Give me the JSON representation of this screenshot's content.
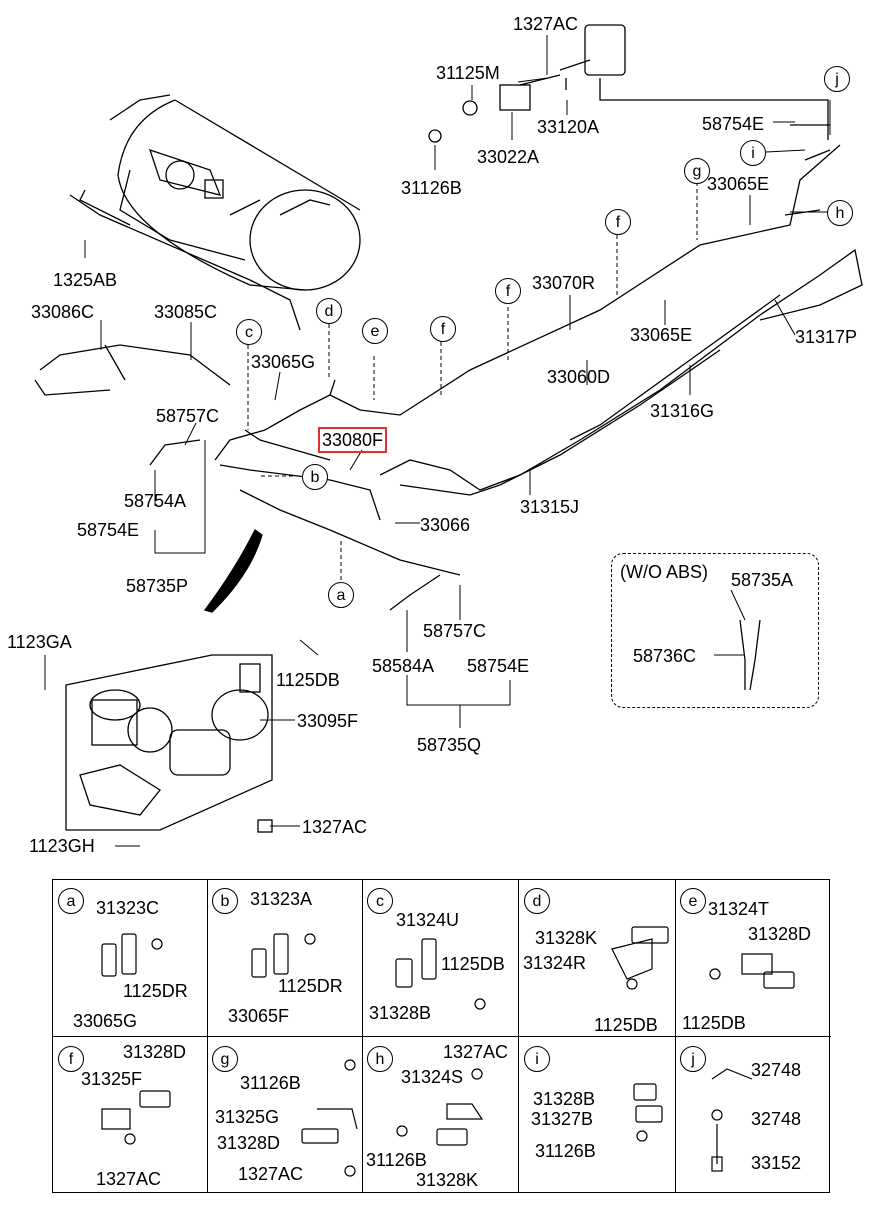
{
  "main": {
    "callouts": {
      "p1327ac_top": "1327AC",
      "p31125m": "31125M",
      "p33120a": "33120A",
      "p33022a": "33022A",
      "p31126b": "31126B",
      "p58754e_r": "58754E",
      "p33065e_a": "33065E",
      "p1325ab": "1325AB",
      "p33086c": "33086C",
      "p33085c": "33085C",
      "p33070r": "33070R",
      "p33065e_b": "33065E",
      "p31317p": "31317P",
      "p33065g": "33065G",
      "p33060d": "33060D",
      "p58757c_l": "58757C",
      "p31316g": "31316G",
      "p33080f": "33080F",
      "p58754a_l": "58754A",
      "p31315j": "31315J",
      "p58754e_l": "58754E",
      "p33066": "33066",
      "p58735p": "58735P",
      "p58757c_r": "58757C",
      "p1123ga": "1123GA",
      "p1125db": "1125DB",
      "p58584a": "58584A",
      "p58754e_m": "58754E",
      "p33095f": "33095F",
      "p58735q": "58735Q",
      "p1327ac_bot": "1327AC",
      "p1123gh": "1123GH"
    },
    "circle_letters": {
      "j": "j",
      "i": "i",
      "g": "g",
      "h": "h",
      "f1": "f",
      "f2": "f",
      "f3": "f",
      "e": "e",
      "d": "d",
      "c": "c",
      "b": "b",
      "a": "a"
    }
  },
  "wo_abs": {
    "title": "(W/O ABS)",
    "p58735a": "58735A",
    "p58736c": "58736C"
  },
  "detail_grid": {
    "cells": [
      {
        "letter": "a",
        "parts": [
          "31323C",
          "1125DR",
          "33065G"
        ]
      },
      {
        "letter": "b",
        "parts": [
          "31323A",
          "1125DR",
          "33065F"
        ]
      },
      {
        "letter": "c",
        "parts": [
          "31324U",
          "1125DB",
          "31328B"
        ]
      },
      {
        "letter": "d",
        "parts": [
          "31328K",
          "31324R",
          "1125DB"
        ]
      },
      {
        "letter": "e",
        "parts": [
          "31324T",
          "31328D",
          "1125DB"
        ]
      },
      {
        "letter": "f",
        "parts": [
          "31328D",
          "31325F",
          "1327AC"
        ]
      },
      {
        "letter": "g",
        "parts": [
          "31126B",
          "31325G",
          "31328D",
          "1327AC"
        ]
      },
      {
        "letter": "h",
        "parts": [
          "1327AC",
          "31324S",
          "31126B",
          "31328K"
        ]
      },
      {
        "letter": "i",
        "parts": [
          "31328B",
          "31327B",
          "31126B"
        ]
      },
      {
        "letter": "j",
        "parts": [
          "32748",
          "32748",
          "33152"
        ]
      }
    ]
  },
  "colors": {
    "highlight": "#e23030",
    "ink": "#000000"
  }
}
